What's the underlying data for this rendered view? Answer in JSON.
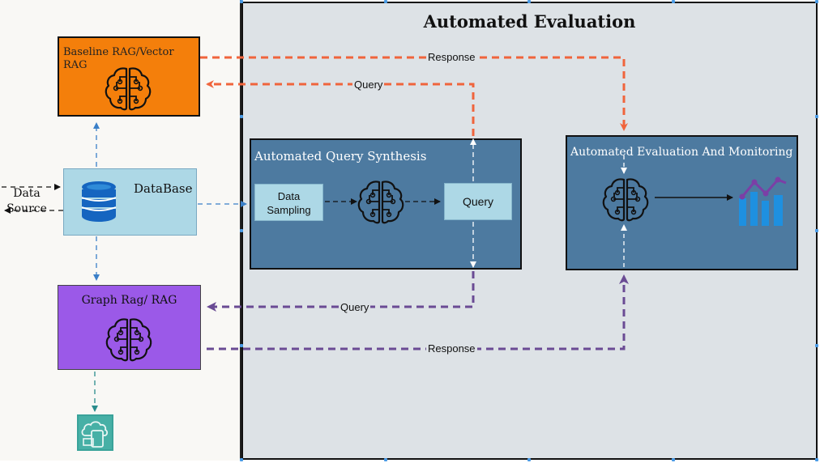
{
  "title": "Automated Evaluation",
  "nodes": {
    "baseline_rag": "Baseline RAG/Vector RAG",
    "database": "DataBase",
    "graph_rag": "Graph Rag/ RAG",
    "data_source": "Data Source",
    "query_synthesis": "Automated Query Synthesis",
    "data_sampling": "Data Sampling",
    "query": "Query",
    "evaluation_monitoring": "Automated Evaluation And Monitoring"
  },
  "edges": {
    "response_top": "Response",
    "query_top": "Query",
    "query_bottom": "Query",
    "response_bottom": "Response"
  },
  "colors": {
    "baseline": "#f47f0b",
    "graph": "#9b59e8",
    "database": "#add8e6",
    "process_box": "#4d7aa0",
    "orange_edge": "#f0643c",
    "purple_edge": "#6a4b94",
    "blue_edge": "#3a7fc8",
    "teal_edge": "#2a8c8c",
    "chart_blue": "#1e90e0",
    "chart_purple": "#7b3fa6"
  },
  "icons": [
    "brain-circuit-icon",
    "database-icon",
    "chart-icon",
    "cloud-device-icon"
  ]
}
